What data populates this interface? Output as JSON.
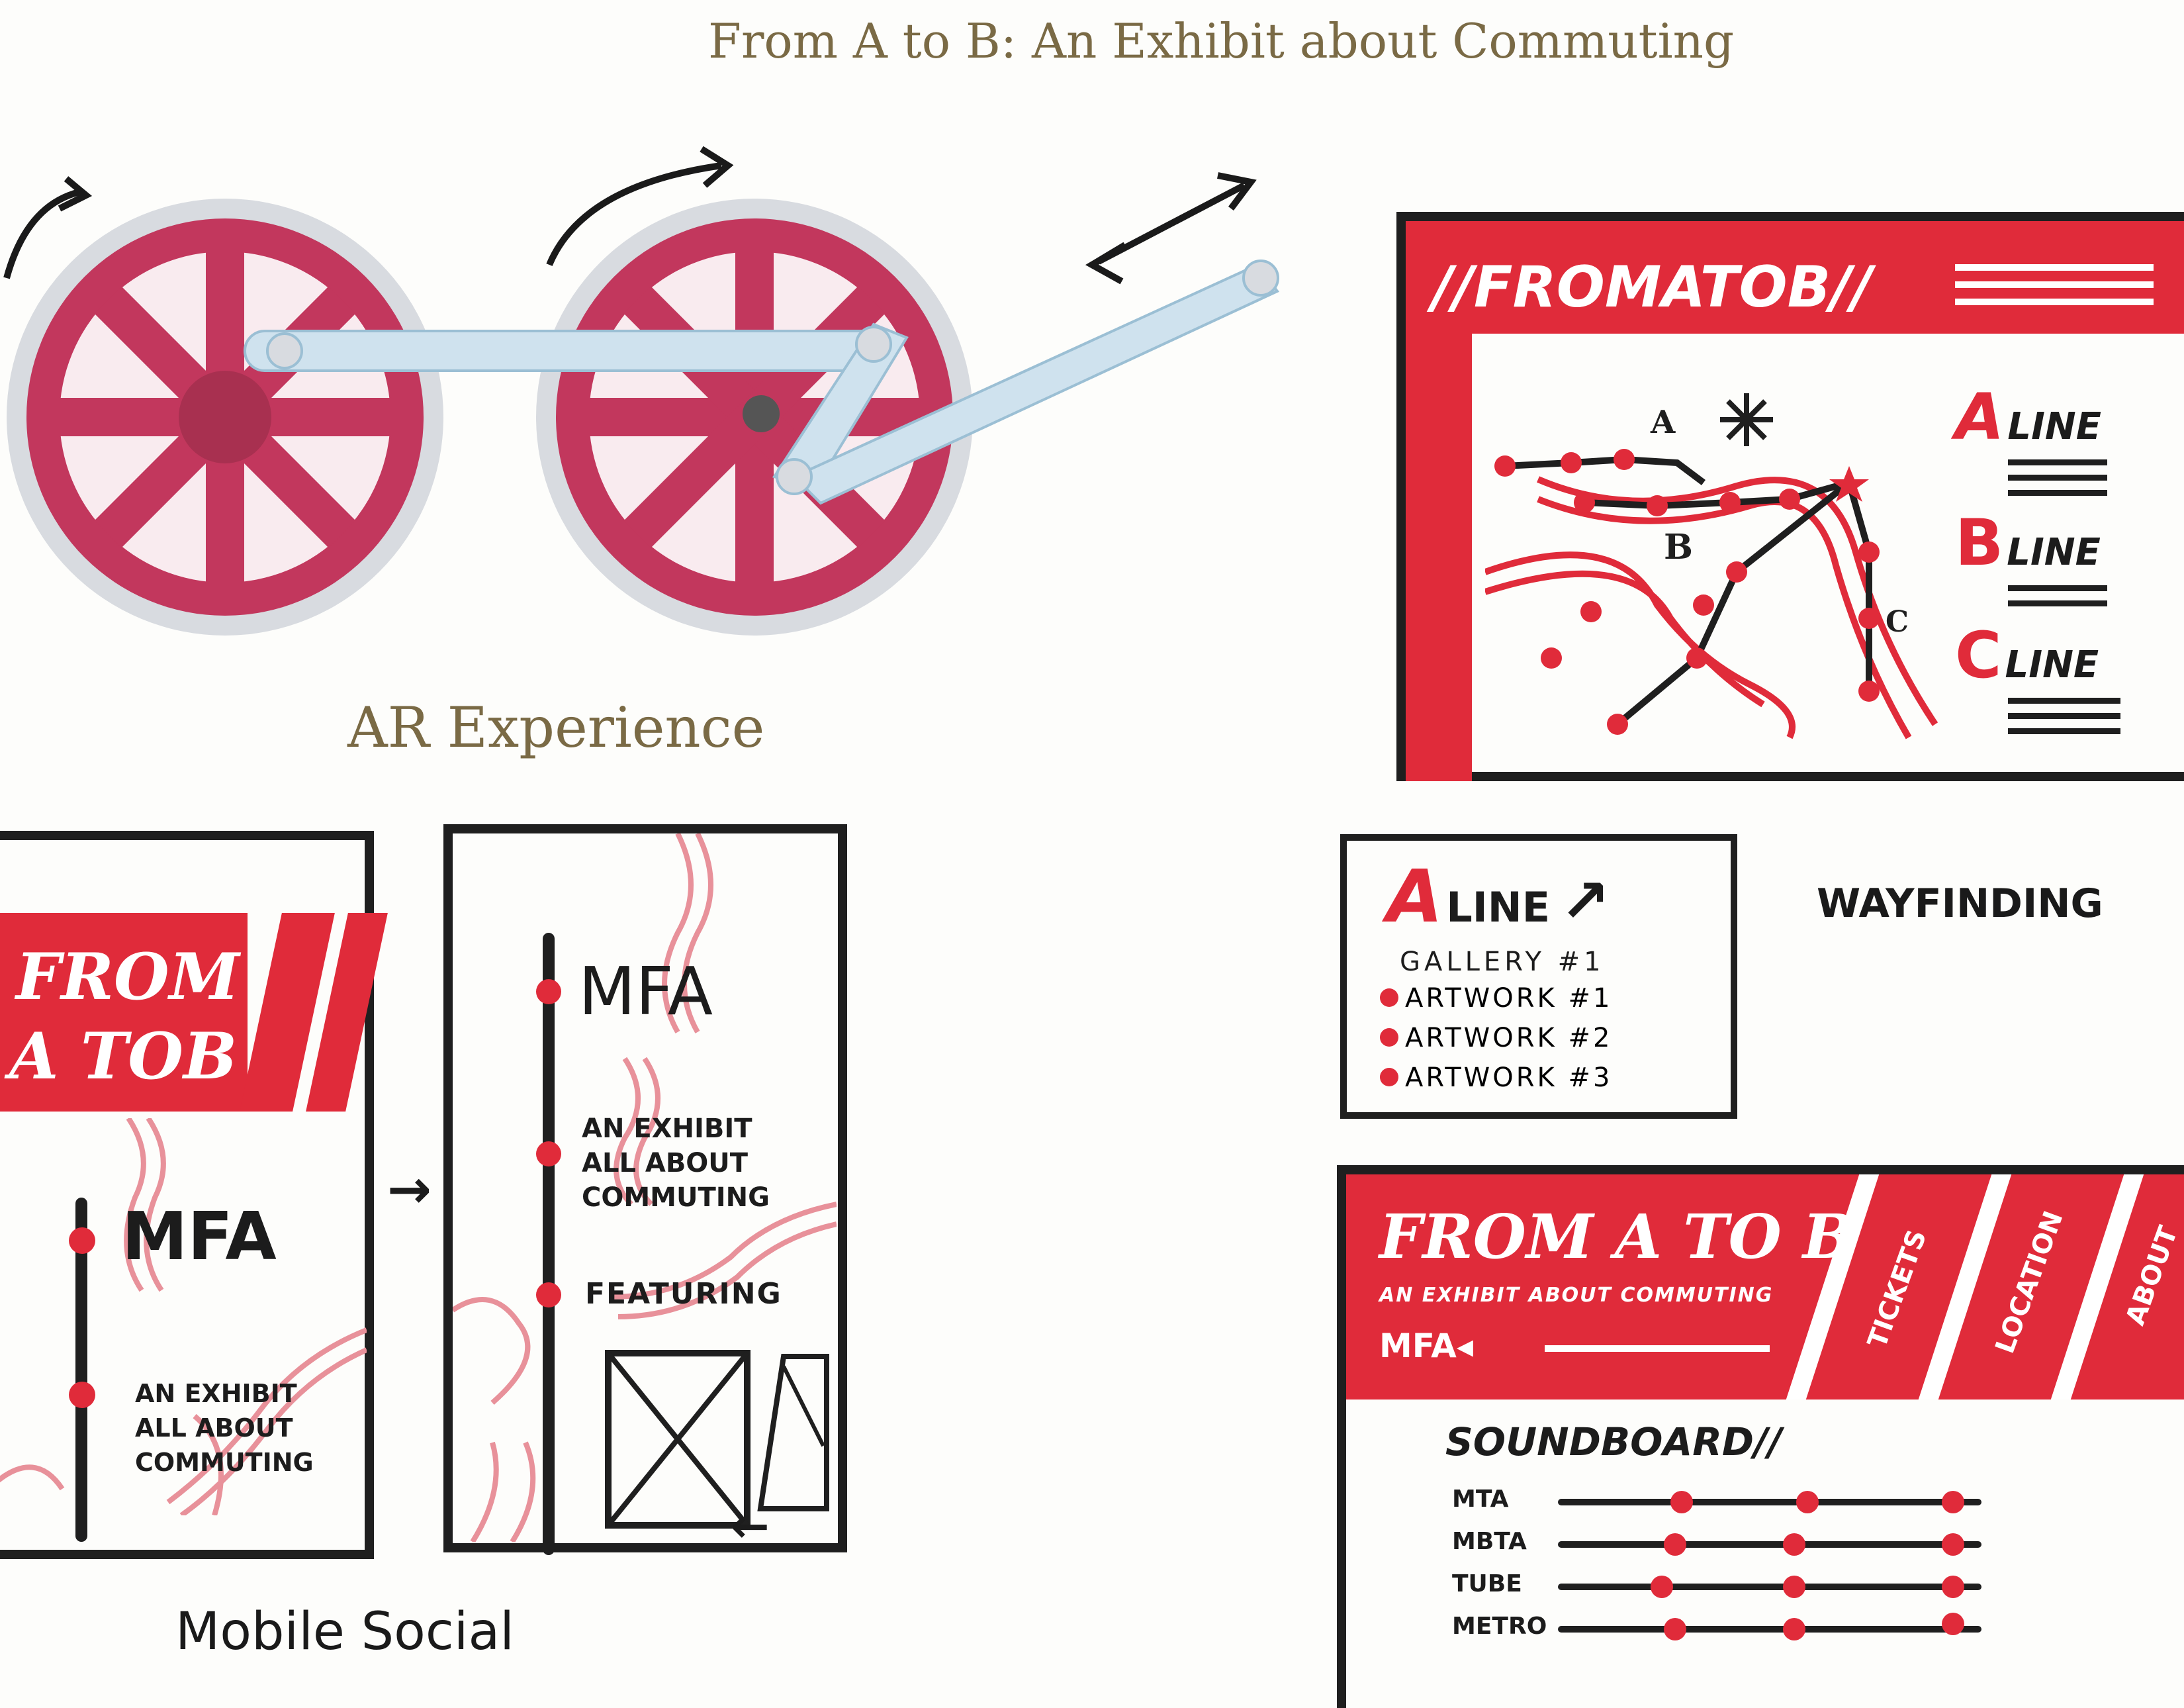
{
  "title": "From A to B: An Exhibit about Commuting",
  "captions": {
    "ar": "AR Experience",
    "mobile": "Mobile Social",
    "wayfinding": "WAYFINDING"
  },
  "desktop_map": {
    "header": "//FROMATOB//",
    "lines": [
      {
        "letter": "A",
        "label": "LINE"
      },
      {
        "letter": "B",
        "label": "LINE"
      },
      {
        "letter": "C",
        "label": "LINE"
      }
    ],
    "map_labels": {
      "a": "A",
      "b": "B",
      "c": "C"
    }
  },
  "wayfinding_card": {
    "letter": "A",
    "line_label": "LINE",
    "arrow": "↗",
    "gallery": "GALLERY #1",
    "artworks": [
      "ARTWORK #1",
      "ARTWORK #2",
      "ARTWORK #3"
    ]
  },
  "mobile_1": {
    "title_line1": "FROM",
    "title_line2": "A TOB",
    "mfa": "MFA",
    "tagline": [
      "AN EXHIBIT",
      "ALL ABOUT",
      "COMMUTING"
    ]
  },
  "mobile_arrow": "→",
  "mobile_2": {
    "mfa": "MFA",
    "tagline": [
      "AN EXHIBIT",
      "ALL ABOUT",
      "COMMUTING"
    ],
    "featuring": "FEATURING",
    "back_arrow": "←"
  },
  "website": {
    "title": "FROM A TO B",
    "subtitle": "AN EXHIBIT ABOUT COMMUTING",
    "mfa": "MFA◂",
    "nav": [
      "TICKETS",
      "LOCATION",
      "ABOUT"
    ],
    "soundboard_title": "SOUNDBOARD//",
    "channels": [
      "MTA",
      "MBTA",
      "TUBE",
      "METRO"
    ]
  },
  "colors": {
    "accent": "#e02b3a",
    "wheel": "#c2375d",
    "ink": "#1f1f1f",
    "caption": "#7a6a45"
  }
}
